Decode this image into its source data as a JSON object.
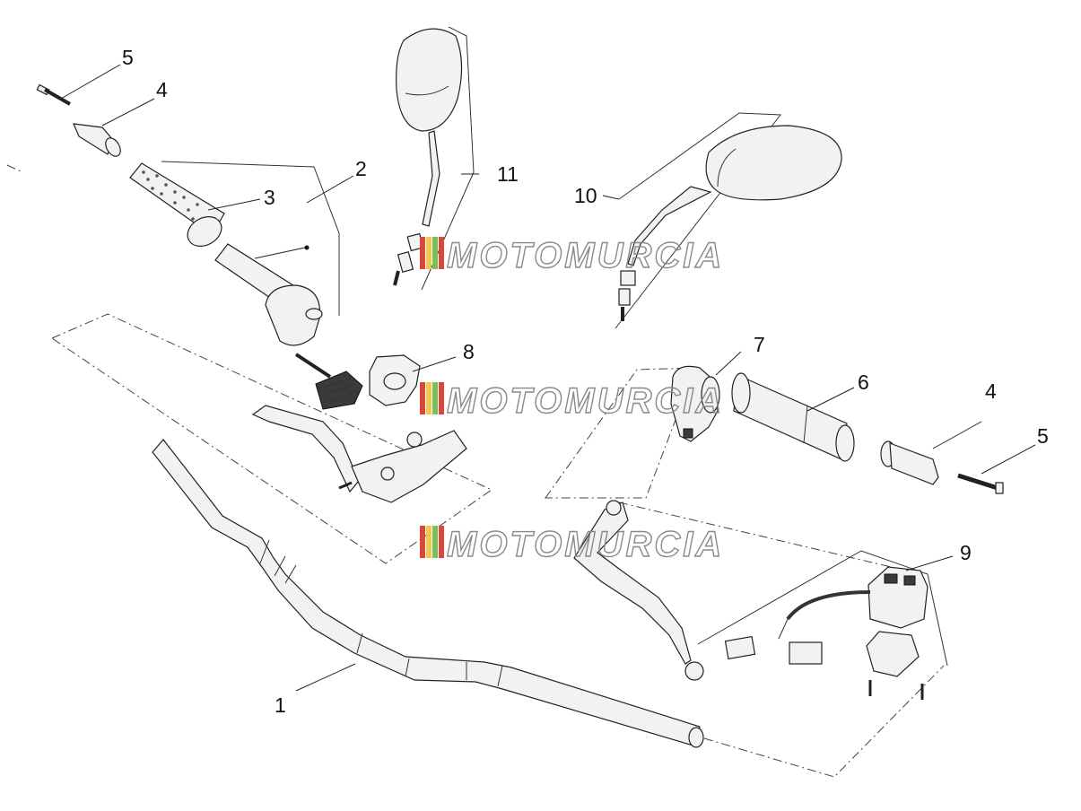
{
  "diagram": {
    "callouts": {
      "c1": "1",
      "c2": "2",
      "c3": "3",
      "c4_left": "4",
      "c5_left": "5",
      "c6": "6",
      "c7": "7",
      "c8": "8",
      "c9": "9",
      "c10": "10",
      "c11": "11",
      "c4_right": "4",
      "c5_right": "5"
    },
    "watermark": {
      "text": "MOTOMURCIA",
      "stripe_colors": [
        "#d8473b",
        "#f0c84a",
        "#7cbf5a",
        "#d8473b"
      ]
    },
    "colors": {
      "line": "#222222",
      "part_fill": "#f2f2f2",
      "label": "#111111"
    }
  }
}
